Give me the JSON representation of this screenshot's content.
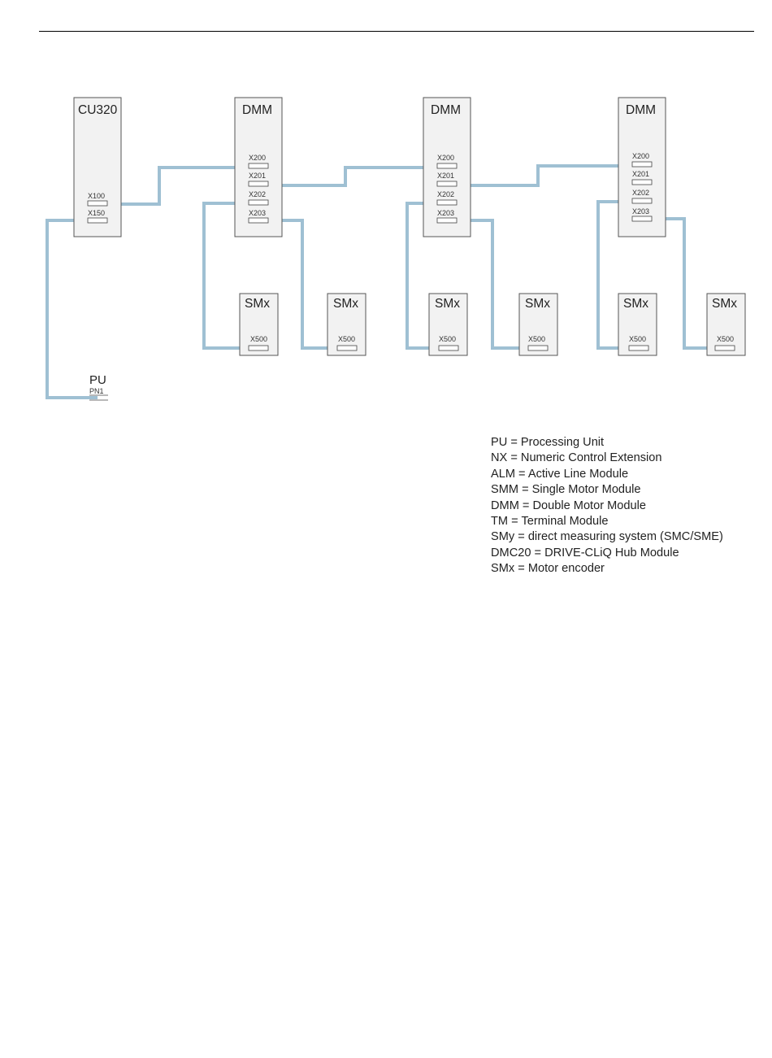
{
  "diagram": {
    "modules": {
      "cu320": {
        "title": "CU320",
        "ports": [
          "X100",
          "X150"
        ]
      },
      "dmm1": {
        "title": "DMM",
        "ports": [
          "X200",
          "X201",
          "X202",
          "X203"
        ]
      },
      "dmm2": {
        "title": "DMM",
        "ports": [
          "X200",
          "X201",
          "X202",
          "X203"
        ]
      },
      "dmm3": {
        "title": "DMM",
        "ports": [
          "X200",
          "X201",
          "X202",
          "X203"
        ]
      },
      "smx": [
        {
          "title": "SMx",
          "port": "X500"
        },
        {
          "title": "SMx",
          "port": "X500"
        },
        {
          "title": "SMx",
          "port": "X500"
        },
        {
          "title": "SMx",
          "port": "X500"
        },
        {
          "title": "SMx",
          "port": "X500"
        },
        {
          "title": "SMx",
          "port": "X500"
        }
      ],
      "pu": {
        "title": "PU",
        "port": "PN1"
      }
    },
    "colors": {
      "cable": "#9fc0d3",
      "module_fill": "#f2f2f2",
      "module_border": "#555555"
    }
  },
  "legend": [
    "PU = Processing Unit",
    "NX = Numeric Control Extension",
    "ALM = Active Line Module",
    "SMM = Single Motor Module",
    "DMM = Double Motor Module",
    "TM = Terminal Module",
    "SMy = direct measuring system  (SMC/SME)",
    "DMC20 = DRIVE-CLiQ Hub Module",
    "SMx = Motor encoder"
  ]
}
